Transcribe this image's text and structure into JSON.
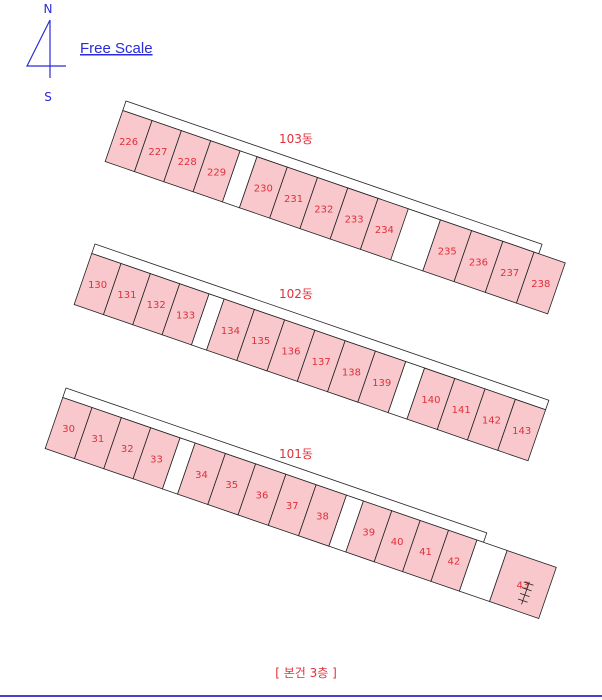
{
  "compass": {
    "north": "N",
    "south": "S"
  },
  "scale_link": "Free Scale",
  "floor_label": "[ 본건 3층 ]",
  "colors": {
    "unit_fill": "#f8c8cc",
    "label_red": "#e0303a",
    "link_blue": "#2a2ad8"
  },
  "buildings": [
    {
      "name": "103동",
      "groups": [
        {
          "units": [
            "226",
            "227",
            "228",
            "229"
          ]
        },
        {
          "units": [
            "230",
            "231",
            "232",
            "233",
            "234"
          ]
        },
        {
          "units": [
            "235",
            "236",
            "237",
            "238"
          ]
        }
      ]
    },
    {
      "name": "102동",
      "groups": [
        {
          "units": [
            "130",
            "131",
            "132",
            "133"
          ]
        },
        {
          "units": [
            "134",
            "135",
            "136",
            "137",
            "138",
            "139"
          ]
        },
        {
          "units": [
            "140",
            "141",
            "142",
            "143"
          ]
        }
      ]
    },
    {
      "name": "101동",
      "groups": [
        {
          "units": [
            "30",
            "31",
            "32",
            "33"
          ]
        },
        {
          "units": [
            "34",
            "35",
            "36",
            "37",
            "38"
          ]
        },
        {
          "units": [
            "39",
            "40",
            "41",
            "42"
          ]
        },
        {
          "units": [
            "43"
          ]
        }
      ]
    }
  ]
}
